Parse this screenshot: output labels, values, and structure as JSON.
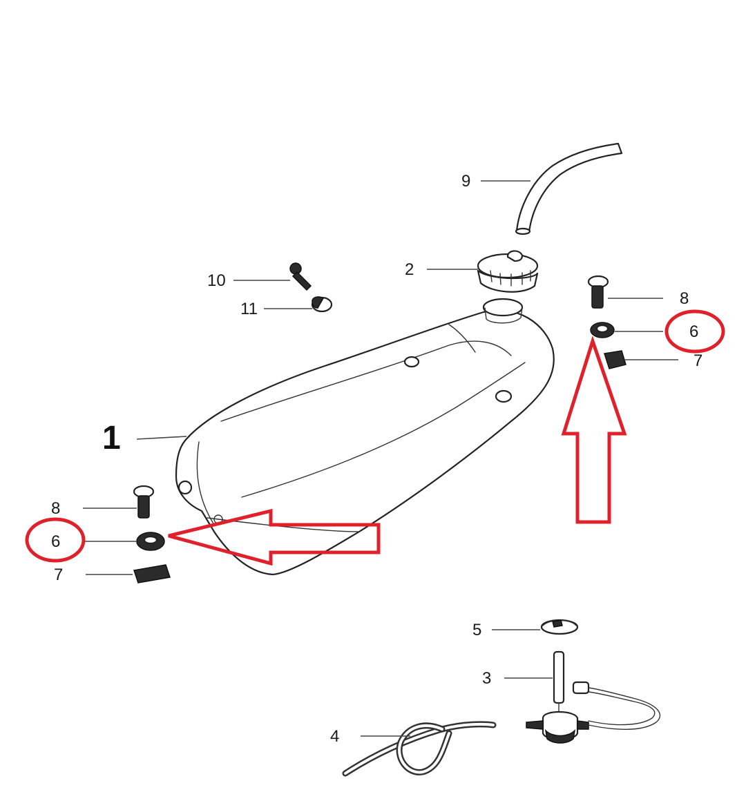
{
  "diagram": {
    "highlight_color": "#e0202a",
    "callouts": {
      "tank": "1",
      "fuel_cap": "2",
      "fuel_tap": "3",
      "fuel_hose": "4",
      "hose_clip": "5",
      "grommet_right": "6",
      "bushing_right": "7",
      "bolt_right": "8",
      "vent_hose": "9",
      "screw": "10",
      "clip": "11",
      "bolt_left": "8",
      "grommet_left": "6",
      "bushing_left": "7"
    }
  }
}
